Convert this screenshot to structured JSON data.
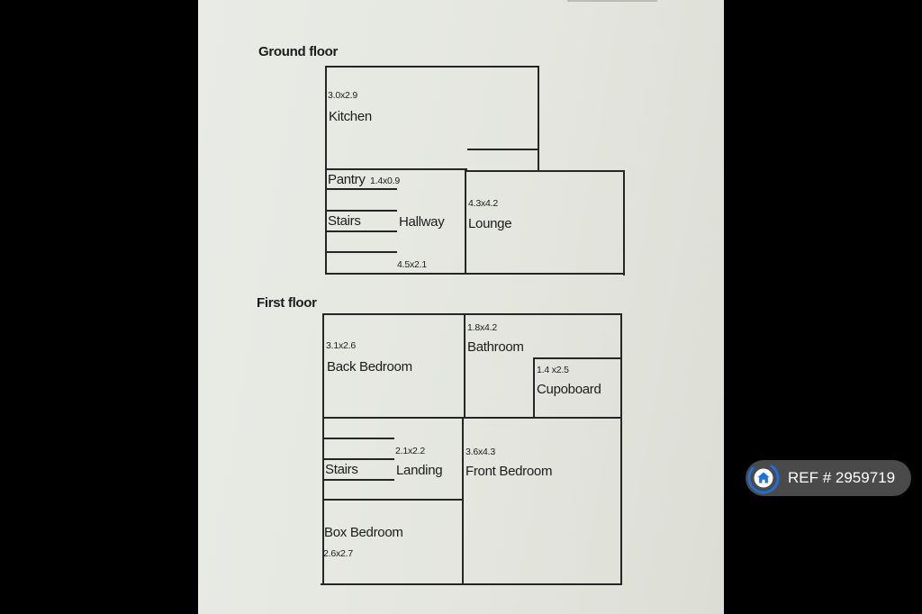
{
  "ground_floor": {
    "heading": "Ground floor",
    "kitchen": {
      "dims": "3.0x2.9",
      "name": "Kitchen"
    },
    "pantry": {
      "name": "Pantry",
      "dims": "1.4x0.9"
    },
    "stairs": {
      "name": "Stairs"
    },
    "hallway": {
      "name": "Hallway",
      "dims": "4.5x2.1"
    },
    "lounge": {
      "dims": "4.3x4.2",
      "name": "Lounge"
    }
  },
  "first_floor": {
    "heading": "First floor",
    "back_bedroom": {
      "dims": "3.1x2.6",
      "name": "Back Bedroom"
    },
    "bathroom": {
      "dims": "1.8x4.2",
      "name": "Bathroom"
    },
    "cupboard": {
      "dims": "1.4 x2.5",
      "name": "Cupoboard"
    },
    "stairs": {
      "name": "Stairs"
    },
    "landing": {
      "dims": "2.1x2.2",
      "name": "Landing"
    },
    "front_bedroom": {
      "dims": "3.6x4.3",
      "name": "Front Bedroom"
    },
    "box_bedroom": {
      "name": "Box Bedroom",
      "dims": "2.6x2.7"
    }
  },
  "ref_badge": {
    "text": "REF # 2959719",
    "icon": "home-icon",
    "accent": "#1e6fd9"
  }
}
